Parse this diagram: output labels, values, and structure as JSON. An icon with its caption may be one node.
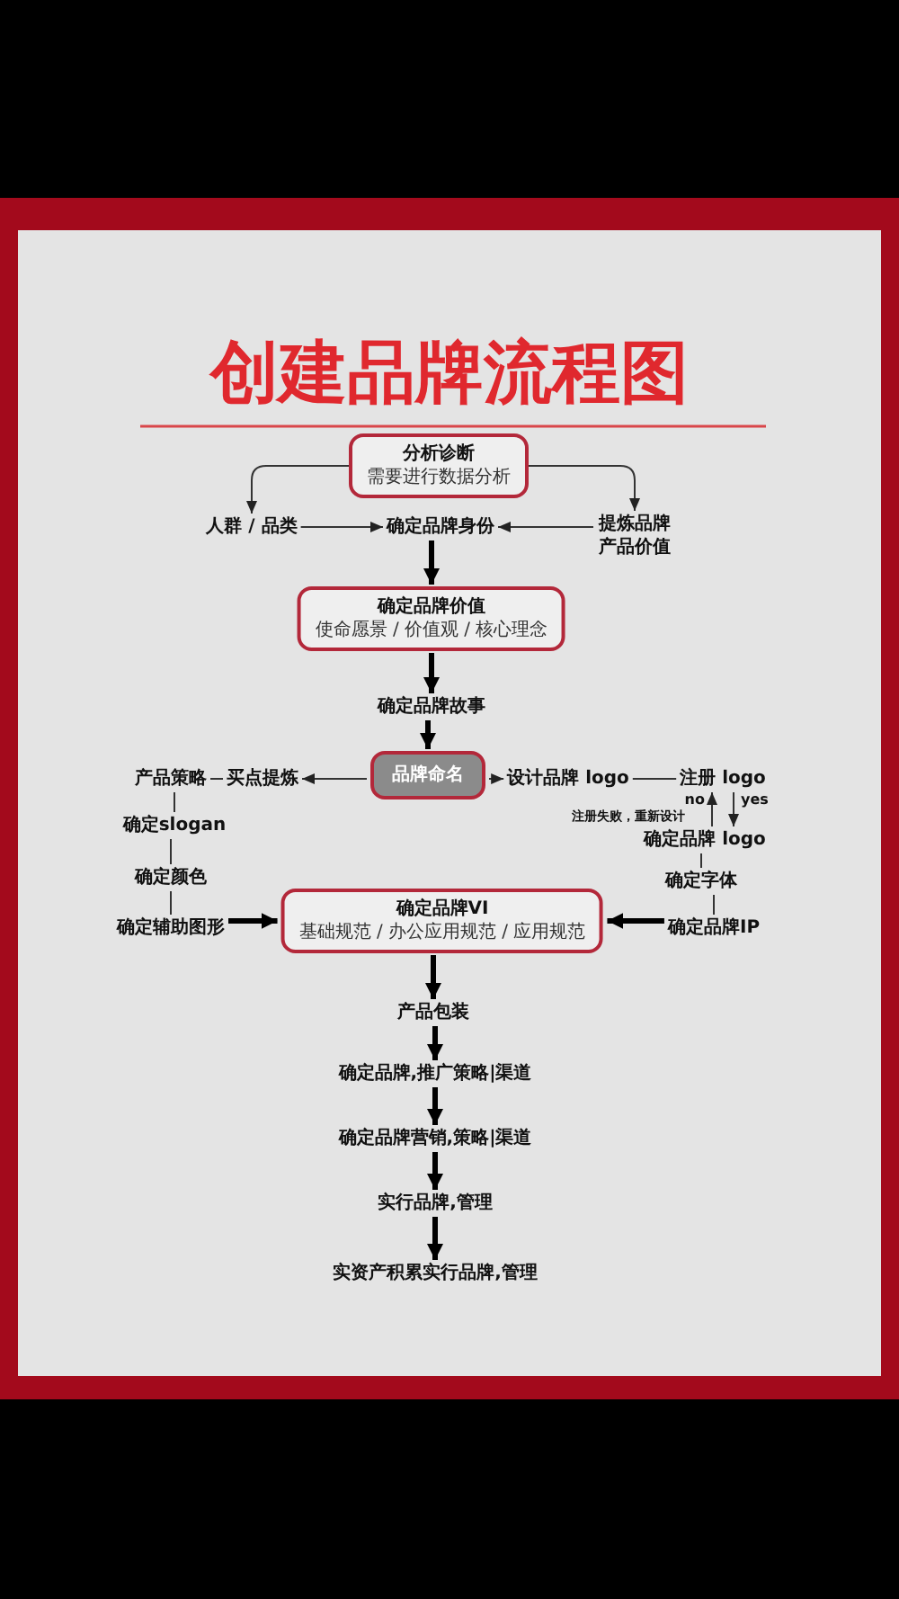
{
  "diagram": {
    "title": "创建品牌流程图",
    "nodes": [
      {
        "text": [
          "分析诊断",
          "需要进行数据分析"
        ]
      },
      {
        "text": [
          "人群 / 品类"
        ]
      },
      {
        "text": [
          "确定品牌身份"
        ]
      },
      {
        "text": [
          "提炼品牌产品价值"
        ]
      },
      {
        "text": [
          "确定品牌价值",
          "使命愿景 / 价值观 / 核心理念"
        ]
      },
      {
        "text": [
          "确定品牌故事"
        ]
      },
      {
        "text": [
          "品牌命名"
        ]
      },
      {
        "text": [
          "买点提炼"
        ]
      },
      {
        "text": [
          "产品策略"
        ]
      },
      {
        "text": [
          "确定slogan"
        ]
      },
      {
        "text": [
          "确定颜色"
        ]
      },
      {
        "text": [
          "确定辅助图形"
        ]
      },
      {
        "text": [
          "设计品牌 logo"
        ]
      },
      {
        "text": [
          "注册 logo"
        ]
      },
      {
        "text": [
          "确定品牌 logo"
        ]
      },
      {
        "text": [
          "确定字体"
        ]
      },
      {
        "text": [
          "确定品牌IP"
        ]
      },
      {
        "text": [
          "确定品牌VI",
          "基础规范 / 办公应用规范 / 应用规范"
        ]
      },
      {
        "text": [
          "产品包装"
        ]
      },
      {
        "text": [
          "确定品牌,推广策略|渠道"
        ]
      },
      {
        "text": [
          "确定品牌营销,策略|渠道"
        ]
      },
      {
        "text": [
          "实行品牌,管理"
        ]
      },
      {
        "text": [
          "实资产积累实行品牌,管理"
        ]
      }
    ],
    "edges": [
      {
        "from": 0,
        "to": 1,
        "arrow": "to"
      },
      {
        "from": 0,
        "to": 3,
        "arrow": "to"
      },
      {
        "from": 1,
        "to": 2,
        "arrow": "to"
      },
      {
        "from": 3,
        "to": 2,
        "arrow": "to"
      },
      {
        "from": 2,
        "to": 4,
        "arrow": "to",
        "style": "thick"
      },
      {
        "from": 4,
        "to": 5,
        "arrow": "to",
        "style": "thick"
      },
      {
        "from": 5,
        "to": 6,
        "arrow": "to",
        "style": "thick"
      },
      {
        "from": 6,
        "to": 7,
        "arrow": "to"
      },
      {
        "from": 7,
        "to": 8,
        "arrow": "none"
      },
      {
        "from": 8,
        "to": 9,
        "arrow": "none"
      },
      {
        "from": 9,
        "to": 10,
        "arrow": "none"
      },
      {
        "from": 10,
        "to": 11,
        "arrow": "none"
      },
      {
        "from": 11,
        "to": 17,
        "arrow": "to",
        "style": "thick"
      },
      {
        "from": 6,
        "to": 12,
        "arrow": "to"
      },
      {
        "from": 12,
        "to": 13,
        "arrow": "none"
      },
      {
        "from": 14,
        "to": 13,
        "arrow": "to",
        "label": "no"
      },
      {
        "from": 13,
        "to": 14,
        "arrow": "to",
        "label": "yes"
      },
      {
        "from": 14,
        "to": 15,
        "arrow": "none"
      },
      {
        "from": 15,
        "to": 16,
        "arrow": "none"
      },
      {
        "from": 16,
        "to": 17,
        "arrow": "to",
        "style": "thick"
      },
      {
        "from": 17,
        "to": 18,
        "arrow": "to",
        "style": "thick"
      },
      {
        "from": 18,
        "to": 19,
        "arrow": "to",
        "style": "thick"
      },
      {
        "from": 19,
        "to": 20,
        "arrow": "to",
        "style": "thick"
      },
      {
        "from": 20,
        "to": 21,
        "arrow": "to",
        "style": "thick"
      },
      {
        "from": 21,
        "to": 22,
        "arrow": "to",
        "style": "thick"
      }
    ],
    "labels": [
      "注册失败，重新设计"
    ]
  }
}
